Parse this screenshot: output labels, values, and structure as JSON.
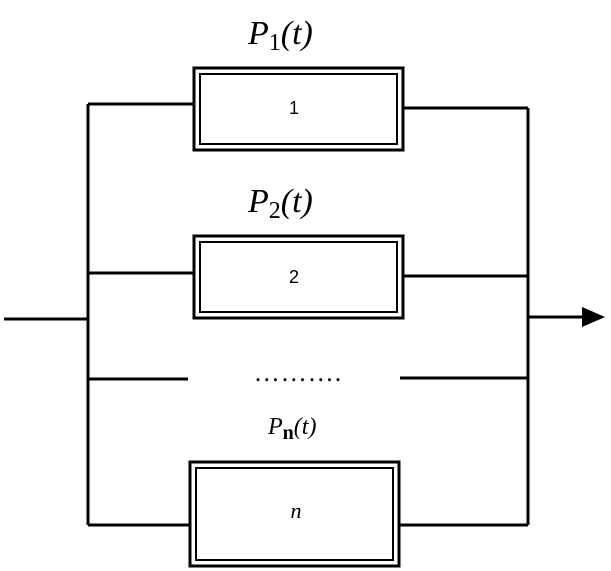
{
  "labels": {
    "p1": {
      "main": "P",
      "sub": "1",
      "arg": "(t)"
    },
    "p2": {
      "main": "P",
      "sub": "2",
      "arg": "(t)"
    },
    "pn": {
      "main": "P",
      "sub": "n",
      "arg": "(t)"
    }
  },
  "blocks": {
    "block1": "1",
    "block2": "2",
    "blockn": "n"
  },
  "ellipsis": "……….",
  "colors": {
    "stroke": "#000000",
    "background": "#ffffff"
  }
}
